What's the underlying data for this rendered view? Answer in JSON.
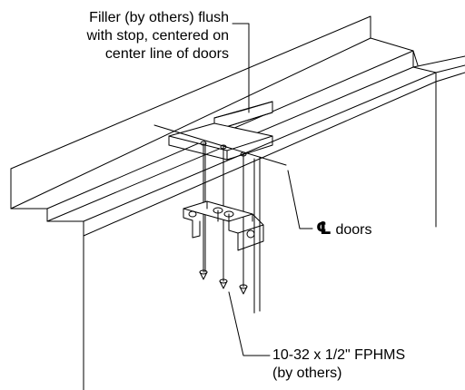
{
  "callouts": {
    "filler": {
      "line1": "Filler (by others) flush",
      "line2": "with stop, centered on",
      "line3": "center line of doors"
    },
    "centerline": {
      "symbol": "℄",
      "label": "doors"
    },
    "screws": {
      "line1": "10-32 x 1/2\" FPHMS",
      "line2": "(by others)"
    }
  },
  "colors": {
    "ink": "#000000",
    "paper": "#ffffff"
  }
}
